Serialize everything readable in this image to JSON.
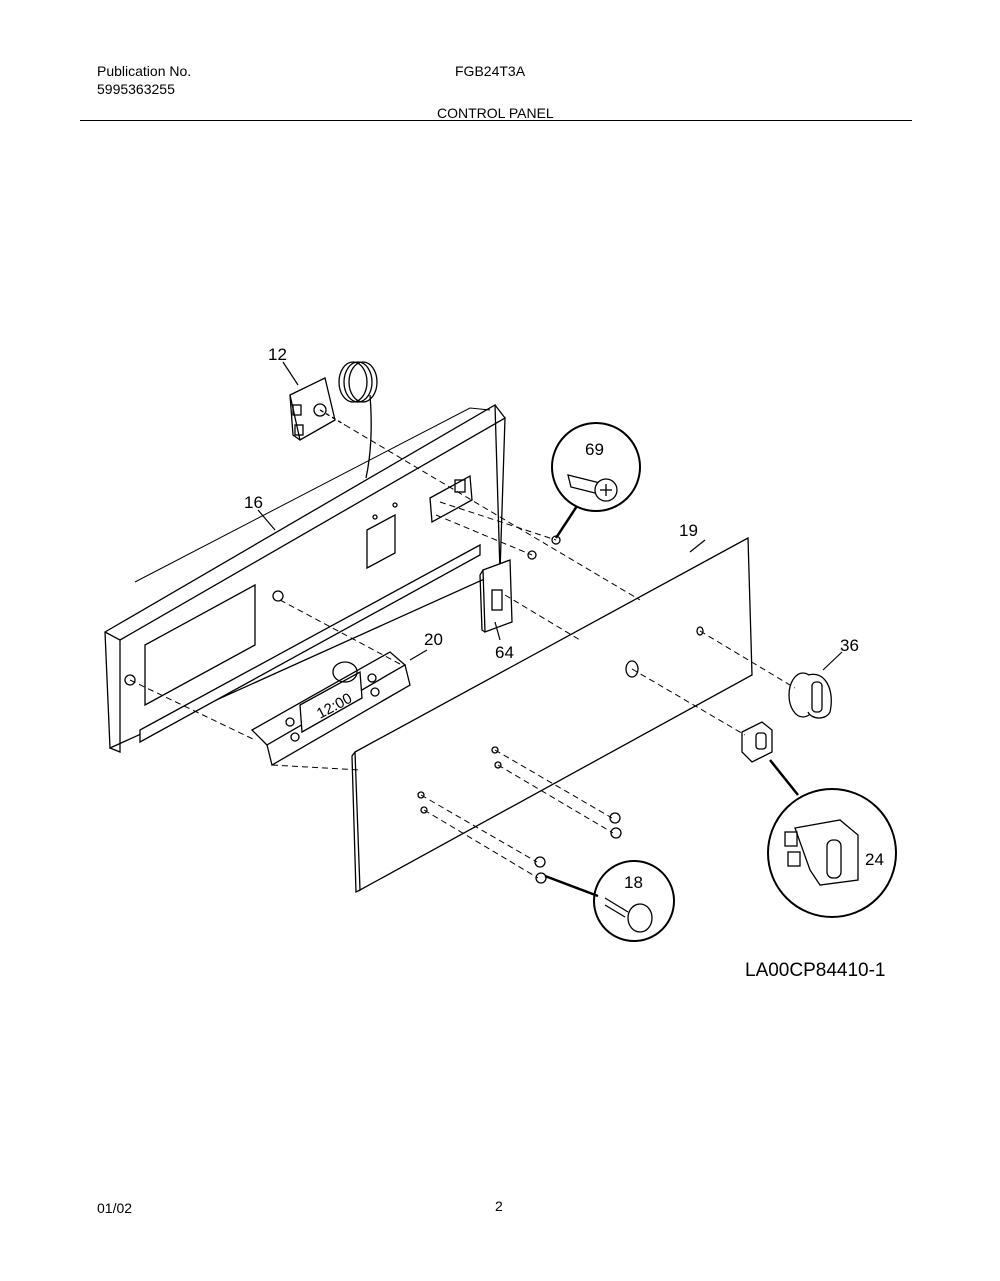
{
  "header": {
    "publication_label": "Publication No.",
    "publication_number": "5995363255",
    "model": "FGB24T3A",
    "section_title": "CONTROL PANEL"
  },
  "diagram": {
    "display_text": "12:00",
    "callouts": [
      {
        "id": "12",
        "label": "12"
      },
      {
        "id": "16",
        "label": "16"
      },
      {
        "id": "69",
        "label": "69"
      },
      {
        "id": "19",
        "label": "19"
      },
      {
        "id": "20",
        "label": "20"
      },
      {
        "id": "64",
        "label": "64"
      },
      {
        "id": "36",
        "label": "36"
      },
      {
        "id": "24",
        "label": "24"
      },
      {
        "id": "18",
        "label": "18"
      }
    ],
    "drawing_id": "LA00CP84410-1"
  },
  "footer": {
    "date": "01/02",
    "page_number": "2"
  },
  "colors": {
    "ink": "#000000",
    "paper": "#ffffff"
  }
}
